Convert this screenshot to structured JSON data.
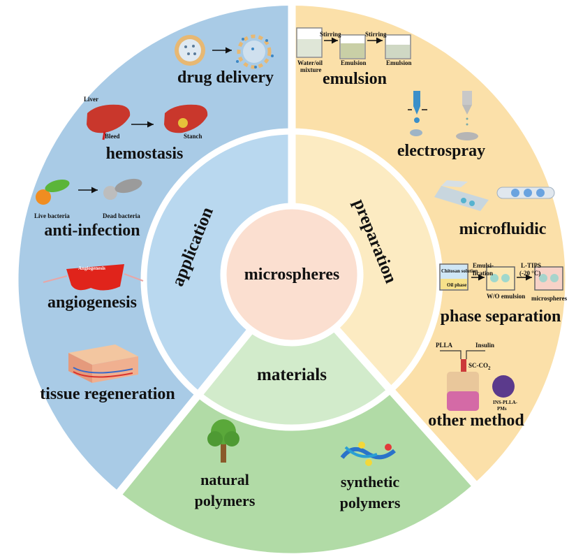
{
  "center": "microspheres",
  "sections": {
    "application": "application",
    "preparation": "preparation",
    "materials": "materials"
  },
  "application": {
    "drug_delivery": "drug delivery",
    "hemostasis": {
      "label": "hemostasis",
      "liver": "Liver",
      "bleed": "Bleed",
      "stanch": "Stanch"
    },
    "anti_infection": {
      "label": "anti-infection",
      "live": "Live bacteria",
      "dead": "Dead bacteria"
    },
    "angiogenesis": {
      "label": "angiogenesis",
      "tag": "Angiogenesis"
    },
    "tissue_regeneration": "tissue regeneration"
  },
  "preparation": {
    "emulsion": {
      "label": "emulsion",
      "water_oil_1": "Water/oil",
      "water_oil_2": "mixture",
      "stirring_1": "Stirring",
      "stirring_2": "Stirring",
      "emulsion_1": "Emulsion",
      "emulsion_2": "Emulsion"
    },
    "electrospray": "electrospray",
    "microfluidic": "microfluidic",
    "phase_separation": {
      "label": "phase separation",
      "chitosan": "Chitosan solution",
      "oil_phase": "Oil phase",
      "emulsi_1": "Emulsi-",
      "emulsi_2": "fication",
      "wo_emulsion": "W/O emulsion",
      "ltips_1": "L-TIPS",
      "ltips_2": "(-20 °C)",
      "microspheres": "microspheres"
    },
    "other_method": {
      "label": "other method",
      "plla": "PLLA",
      "insulin": "Insulin",
      "sc_co2": "SC-CO",
      "sub2": "2",
      "ins_1": "INS-PLLA-",
      "ins_2": "PMs"
    }
  },
  "materials": {
    "natural_1": "natural",
    "natural_2": "polymers",
    "synthetic_1": "synthetic",
    "synthetic_2": "polymers"
  },
  "colors": {
    "application_outer": "#a9cbe6",
    "application_inner": "#b9d8ef",
    "preparation_outer": "#fbe0a9",
    "preparation_inner": "#fcebc2",
    "materials_outer": "#b1dba6",
    "materials_inner": "#d2ebcb",
    "center": "#fbdfd0",
    "separator": "#ffffff"
  }
}
